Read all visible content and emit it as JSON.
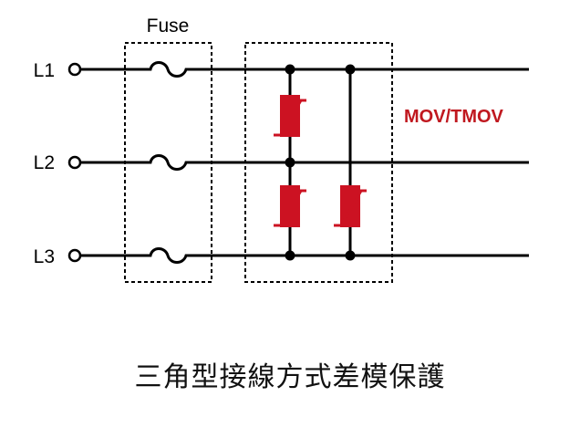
{
  "labels": {
    "fuse": "Fuse",
    "lines": [
      "L1",
      "L2",
      "L3"
    ],
    "mov": "MOV/TMOV",
    "caption": "三角型接線方式差模保護"
  },
  "colors": {
    "wire": "#000000",
    "mov_fill": "#cc1222",
    "mov_text": "#c0181f"
  }
}
